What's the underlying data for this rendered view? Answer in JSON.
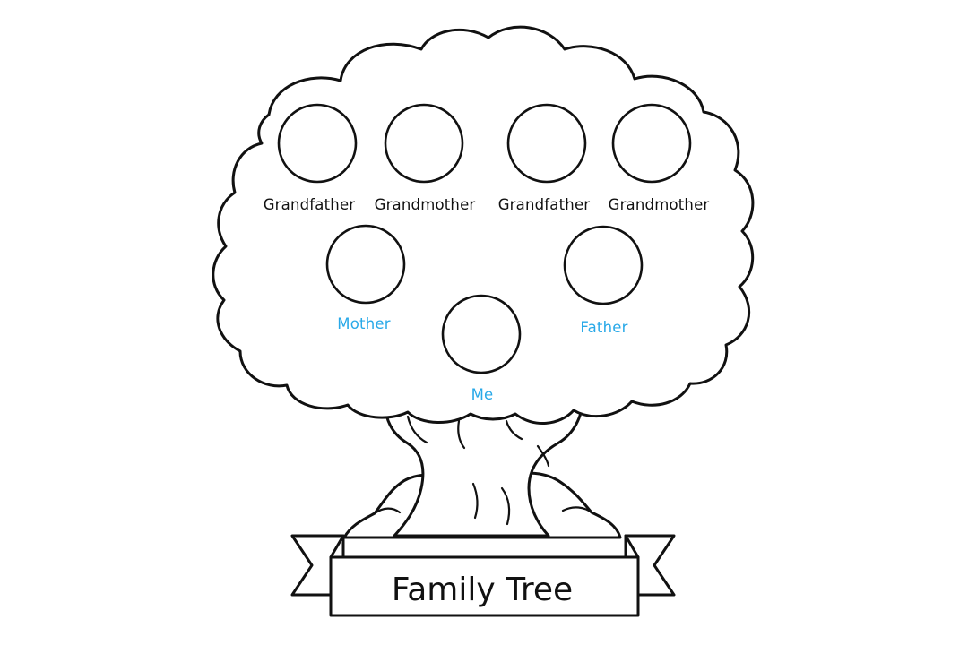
{
  "tree": {
    "title": "Family Tree",
    "members": [
      {
        "id": "grandfather-1",
        "label": "Grandfather"
      },
      {
        "id": "grandmother-1",
        "label": "Grandmother"
      },
      {
        "id": "grandfather-2",
        "label": "Grandfather"
      },
      {
        "id": "grandmother-2",
        "label": "Grandmother"
      },
      {
        "id": "mother",
        "label": "Mother"
      },
      {
        "id": "father",
        "label": "Father"
      },
      {
        "id": "me",
        "label": "Me"
      }
    ]
  },
  "colors": {
    "grandparent_label": "#111111",
    "parent_label": "#29a9e8",
    "ink": "#111111",
    "background": "#ffffff"
  }
}
